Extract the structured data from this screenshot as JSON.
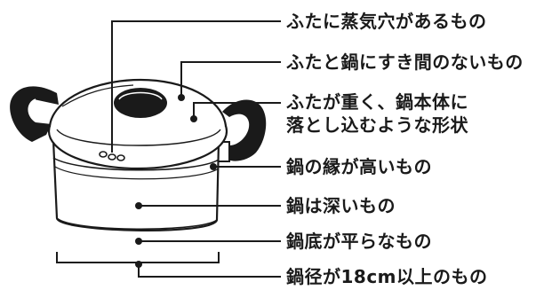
{
  "labels": {
    "lid_vent": "ふたに蒸気穴があるもの",
    "lid_fit": "ふたと鍋にすき間のないもの",
    "lid_heavy_line1": "ふたが重く、鍋本体に",
    "lid_heavy_line2": "落とし込むような形状",
    "high_rim": "鍋の縁が高いもの",
    "deep": "鍋は深いもの",
    "flat_bottom": "鍋底が平らなもの",
    "diameter": "鍋径が18cm以上のもの"
  },
  "colors": {
    "line": "#1a1a1a",
    "fill": "#ffffff",
    "handle": "#1a1a1a"
  }
}
